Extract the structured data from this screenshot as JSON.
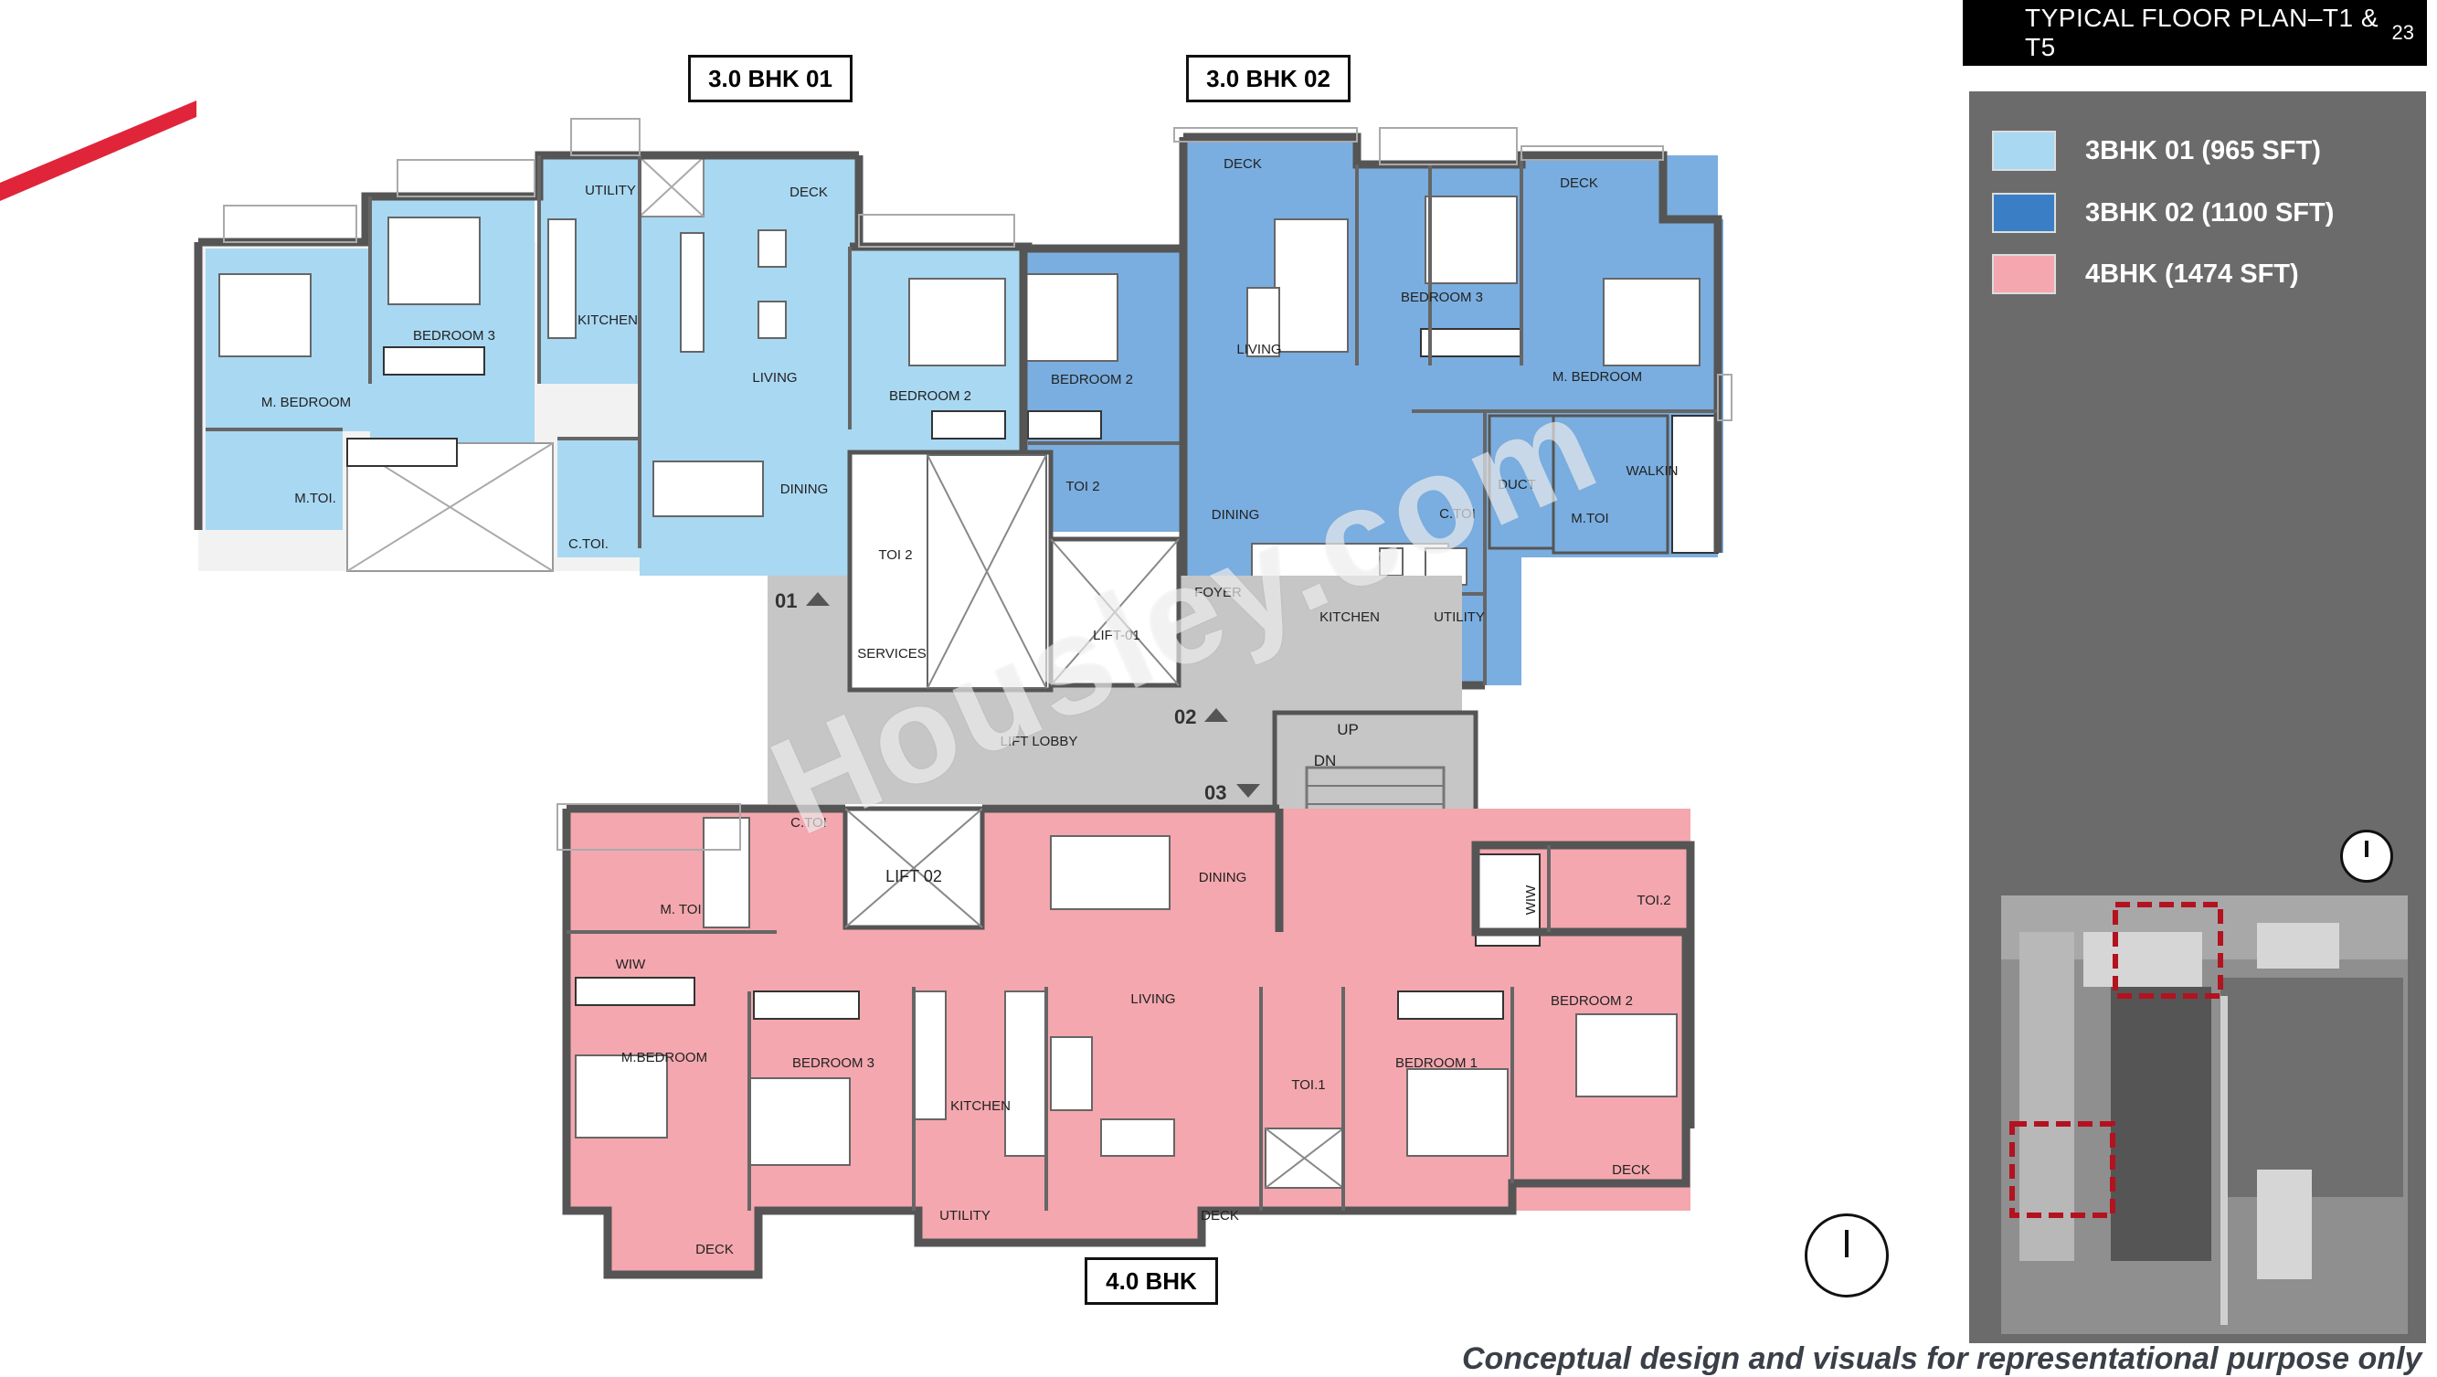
{
  "header": {
    "title": "TYPICAL FLOOR PLAN–T1 & T5",
    "page": "23"
  },
  "legend": [
    {
      "label": "3BHK 01 (965 SFT)",
      "color": "#a9d8f2"
    },
    {
      "label": "3BHK 02 (1100 SFT)",
      "color": "#3a7fc6"
    },
    {
      "label": "4BHK (1474 SFT)",
      "color": "#f4a7ae"
    }
  ],
  "unit_labels": {
    "unit1": "3.0 BHK 01",
    "unit2": "3.0 BHK 02",
    "unit3": "4.0 BHK"
  },
  "rooms": {
    "utility1": "UTILITY",
    "deck1": "DECK",
    "kitchen1": "KITCHEN",
    "bedroom3_1": "BEDROOM 3",
    "mbedroom1": "M. BEDROOM",
    "living1": "LIVING",
    "dining1": "DINING",
    "mtoi1": "M.TOI.",
    "ctoi1": "C.TOI.",
    "bedroom2_1": "BEDROOM 2",
    "toi2_1": "TOI 2",
    "services": "SERVICES",
    "bedroom2_2": "BEDROOM 2",
    "toi2_2": "TOI 2",
    "lift01": "LIFT-01",
    "deck2a": "DECK",
    "living2": "LIVING",
    "bedroom3_2": "BEDROOM 3",
    "deck2b": "DECK",
    "mbedroom2": "M. BEDROOM",
    "dining2": "DINING",
    "ctoi2": "C.TOI",
    "duct": "DUCT",
    "mtoi2": "M.TOI",
    "walkin": "WALKIN",
    "foyer": "FOYER",
    "kitchen2": "KITCHEN",
    "utility2": "UTILITY",
    "lift_lobby": "LIFT LOBBY",
    "up": "UP",
    "dn": "DN",
    "lift02": "LIFT 02",
    "ctoi3": "C.TOI",
    "mtoi3": "M. TOI",
    "dining3": "DINING",
    "wiw1": "WIW",
    "wiw2": "WIW",
    "toi2_3": "TOI.2",
    "living3": "LIVING",
    "mbedroom3": "M.BEDROOM",
    "bedroom3_3": "BEDROOM 3",
    "kitchen3": "KITCHEN",
    "toi1_3": "TOI.1",
    "bedroom1_3": "BEDROOM 1",
    "bedroom2_3": "BEDROOM 2",
    "utility3": "UTILITY",
    "deck3a": "DECK",
    "deck3b": "DECK",
    "deck3c": "DECK"
  },
  "markers": {
    "m01": "01",
    "m02": "02",
    "m03": "03"
  },
  "watermark": "Housley.com",
  "disclaimer": "Conceptual design and visuals  for representational purpose only",
  "colors": {
    "light_blue": "#a9d8f2",
    "mid_blue": "#7aaee0",
    "dark_blue": "#3a7fc6",
    "pink": "#f4a7ae",
    "lobby": "#c6c6c6",
    "accent_red": "#e0253a"
  }
}
